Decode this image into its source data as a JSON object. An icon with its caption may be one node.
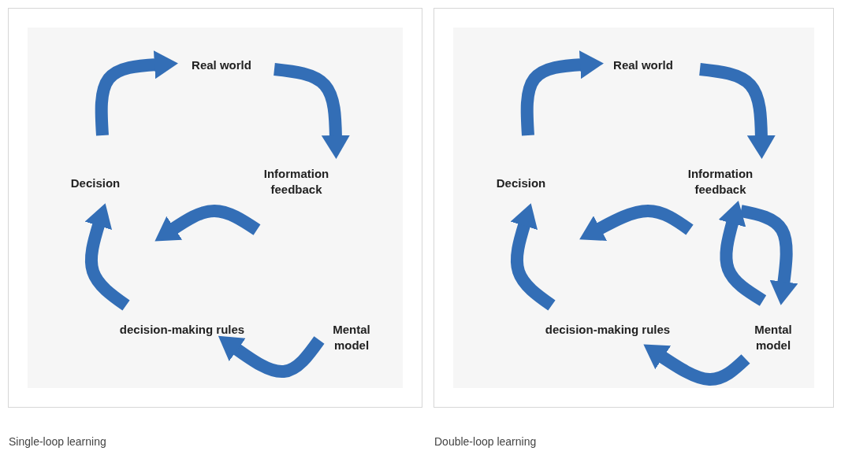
{
  "diagram": {
    "nodes": [
      {
        "text": [
          "Single-loop learning"
        ]
      },
      {
        "text": [
          "Real world"
        ],
        "in": 0
      },
      {
        "text": [
          "Decision"
        ],
        "in": 0
      },
      {
        "text": [
          "Information feedback"
        ],
        "in": 0
      },
      {
        "text": [
          "decision-making rules"
        ],
        "in": 0
      },
      {
        "text": [
          "Mental model"
        ],
        "in": 0
      },
      {
        "text": [
          "Double-loop learning"
        ]
      },
      {
        "text": [
          "Real world"
        ],
        "in": 6
      },
      {
        "text": [
          "Decision"
        ],
        "in": 6
      },
      {
        "text": [
          "Information feedback"
        ],
        "in": 6
      },
      {
        "text": [
          "decision-making rules"
        ],
        "in": 6
      },
      {
        "text": [
          "Mental model"
        ],
        "in": 6
      }
    ],
    "edges": [
      {
        "from": 2,
        "to": 1,
        "arrow": "to"
      },
      {
        "from": 1,
        "to": 3,
        "arrow": "to"
      },
      {
        "from": 3,
        "to": 2,
        "arrow": "to"
      },
      {
        "from": 4,
        "to": 2,
        "arrow": "to"
      },
      {
        "from": 5,
        "to": 4,
        "arrow": "to"
      },
      {
        "from": 8,
        "to": 7,
        "arrow": "to"
      },
      {
        "from": 7,
        "to": 9,
        "arrow": "to"
      },
      {
        "from": 9,
        "to": 8,
        "arrow": "to"
      },
      {
        "from": 10,
        "to": 8,
        "arrow": "to"
      },
      {
        "from": 11,
        "to": 10,
        "arrow": "to"
      },
      {
        "from": 9,
        "to": 11,
        "arrow": "to"
      },
      {
        "from": 11,
        "to": 9,
        "arrow": "to"
      }
    ]
  }
}
